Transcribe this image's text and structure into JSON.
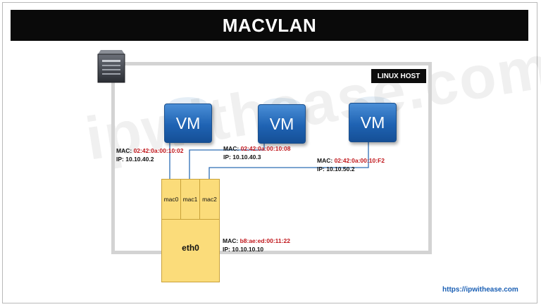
{
  "title": "MACVLAN",
  "watermark": "ipwithease.com",
  "host_label": "LINUX HOST",
  "vms": [
    {
      "label": "VM",
      "mac_label": "MAC:",
      "mac": "02:42:0a:00:10:02",
      "ip_label": "IP:",
      "ip": "10.10.40.2"
    },
    {
      "label": "VM",
      "mac_label": "MAC:",
      "mac": "02:42:0a:00:10:08",
      "ip_label": "IP:",
      "ip": "10.10.40.3"
    },
    {
      "label": "VM",
      "mac_label": "MAC:",
      "mac": "02:42:0a:00:10:F2",
      "ip_label": "IP:",
      "ip": "10.10.50.2"
    }
  ],
  "parent": {
    "label": "eth0",
    "subinterfaces": [
      "mac0",
      "mac1",
      "mac2"
    ],
    "mac_label": "MAC:",
    "mac": "b8:ae:ed:00:11:22",
    "ip_label": "IP:",
    "ip": "10.10.10.10"
  },
  "footer_url": "https://ipwithease.com",
  "colors": {
    "title_bg": "#0a0a0a",
    "vm_blue": "#1f63b3",
    "eth_fill": "#fbdc7a",
    "mac_value": "#c0161b",
    "wire": "#2d6db5",
    "url": "#1a5fb4"
  },
  "icons": {
    "host": "server-icon"
  }
}
